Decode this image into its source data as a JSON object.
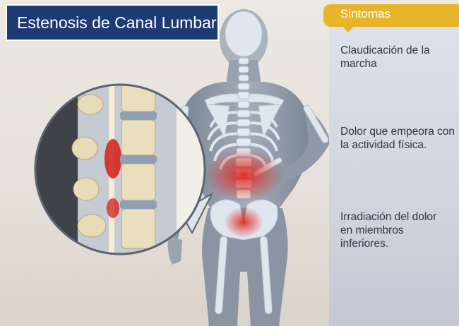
{
  "title": "Estenosis de Canal Lumbar",
  "symptoms_label": "Sintomas",
  "symptoms": [
    {
      "text": "Claudicación de la marcha"
    },
    {
      "text": "Dolor que empeora con la actividad física."
    },
    {
      "text": "Irradiación del dolor en miembros inferiores."
    }
  ],
  "colors": {
    "title_bg": "#1d3a72",
    "symptoms_tab": "#e8b42a",
    "body": "#8e98a6",
    "bone": "#dfe6ee",
    "vertebra": "#e9dfbf",
    "pain": "#e0261c"
  }
}
